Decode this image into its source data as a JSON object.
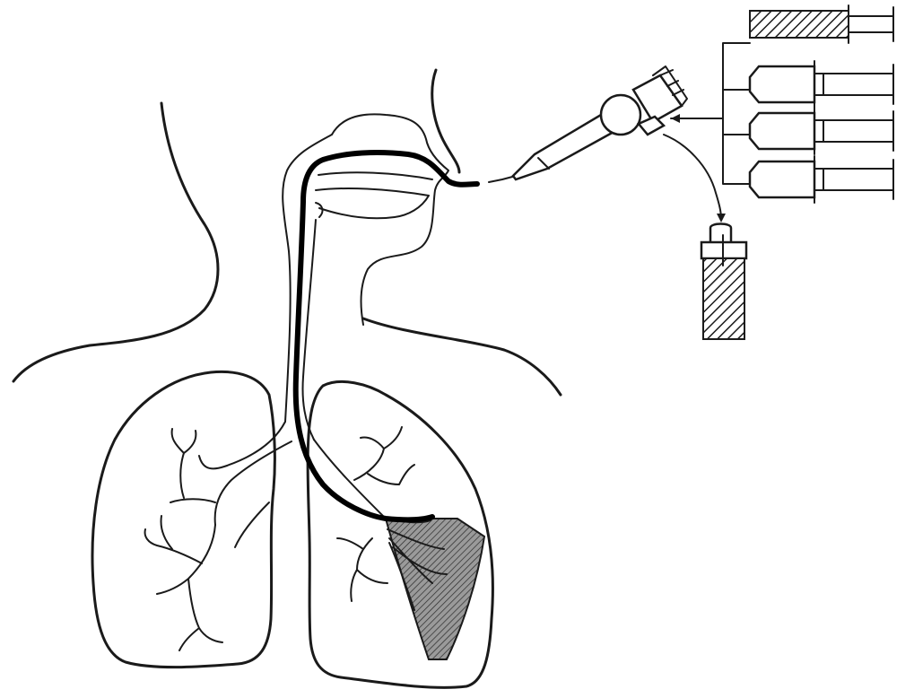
{
  "figure": {
    "elements": [
      "body-outline",
      "airway",
      "left-lung",
      "right-lung",
      "bronchoscope",
      "bronchoscope-handle",
      "syringes",
      "collection-trap",
      "lavaged-segment"
    ],
    "colors": {
      "line": "#1a1a1a",
      "scope": "#000000",
      "segment_shade": "#8a8a8a",
      "background": "#ffffff"
    }
  }
}
